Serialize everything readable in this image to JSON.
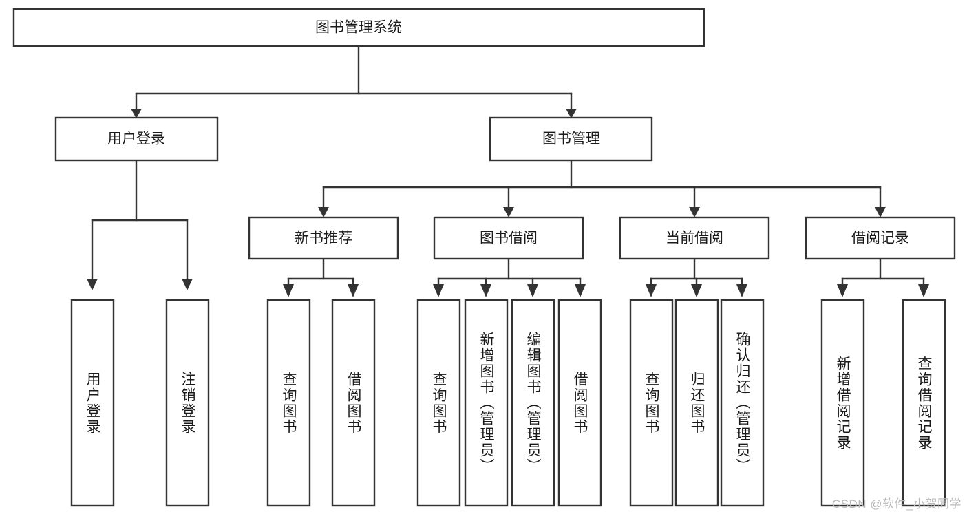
{
  "diagram": {
    "title": "图书管理系统",
    "type": "tree-hierarchy-chart",
    "root": {
      "label": "图书管理系统"
    },
    "level2": [
      {
        "label": "用户登录"
      },
      {
        "label": "图书管理"
      }
    ],
    "level3": [
      {
        "label": "新书推荐"
      },
      {
        "label": "图书借阅"
      },
      {
        "label": "当前借阅"
      },
      {
        "label": "借阅记录"
      }
    ],
    "leaves": {
      "user_login": [
        {
          "label": "用户登录"
        },
        {
          "label": "注销登录"
        }
      ],
      "new_book_recommend": [
        {
          "label": "查询图书"
        },
        {
          "label": "借阅图书"
        }
      ],
      "book_borrow": [
        {
          "label": "查询图书"
        },
        {
          "label": "新增图书（管理员）"
        },
        {
          "label": "编辑图书（管理员）"
        },
        {
          "label": "借阅图书"
        }
      ],
      "current_borrow": [
        {
          "label": "查询图书"
        },
        {
          "label": "归还图书"
        },
        {
          "label": "确认归还（管理员）"
        }
      ],
      "borrow_record": [
        {
          "label": "新增借阅记录"
        },
        {
          "label": "查询借阅记录"
        }
      ]
    }
  },
  "watermark": {
    "text": "CSDN @软件_小贺同学"
  },
  "colors": {
    "box_stroke": "#333333",
    "box_fill": "#ffffff",
    "text": "#1a1a1a",
    "watermark": "#b9b9b9",
    "background": "#ffffff"
  }
}
